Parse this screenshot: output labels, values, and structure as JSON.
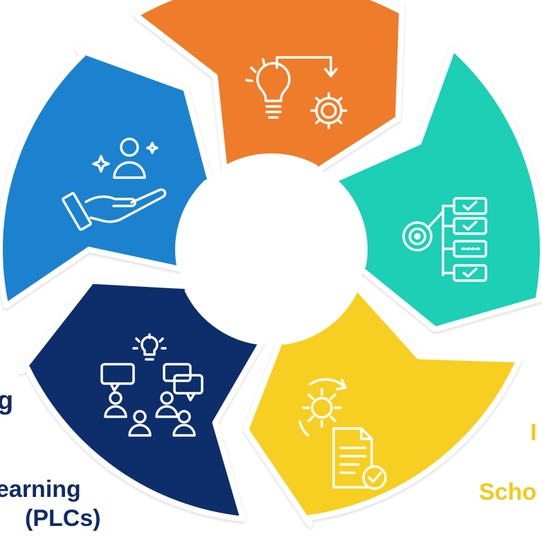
{
  "colors": {
    "orange": "#ee7b2c",
    "teal": "#1fcfb5",
    "yellow": "#f7cf23",
    "navy": "#0c2e6b",
    "blue": "#1b82cf",
    "label_navy": "#0d2b66",
    "label_gold": "#f3c81e"
  },
  "segments": [
    {
      "color_key": "orange",
      "icon": "lightbulb-gear-icon"
    },
    {
      "color_key": "teal",
      "icon": "target-checklist-icon"
    },
    {
      "color_key": "yellow",
      "icon": "gear-document-check-icon"
    },
    {
      "color_key": "navy",
      "icon": "group-discussion-idea-icon"
    },
    {
      "color_key": "blue",
      "icon": "hand-person-sparkle-icon"
    }
  ],
  "labels": {
    "left_fragment": "g",
    "left_line1": "earning",
    "left_line2": "(PLCs)",
    "right_line1": "I",
    "right_line2": "Scho"
  }
}
